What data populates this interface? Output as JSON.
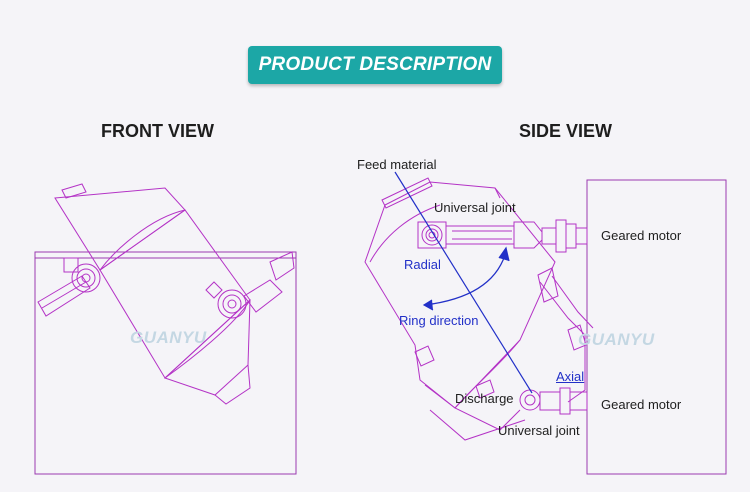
{
  "banner": {
    "title": "PRODUCT DESCRIPTION"
  },
  "views": {
    "front": "FRONT VIEW",
    "side": "SIDE VIEW"
  },
  "labels": {
    "feed_material": "Feed material",
    "universal_joint_top": "Universal joint",
    "geared_motor_top": "Geared motor",
    "radial": "Radial",
    "ring_direction": "Ring direction",
    "axial": "Axial",
    "discharge": "Discharge",
    "geared_motor_bottom": "Geared motor",
    "universal_joint_bottom": "Universal joint"
  },
  "watermark": {
    "brand": "GUANYU"
  },
  "colors": {
    "banner": "#1ca7a6",
    "machine_outline": "#b433c6",
    "frame_outline": "#9c3ab0",
    "arrow_blue": "#2230c8",
    "watermark": "#c4d7e3"
  }
}
